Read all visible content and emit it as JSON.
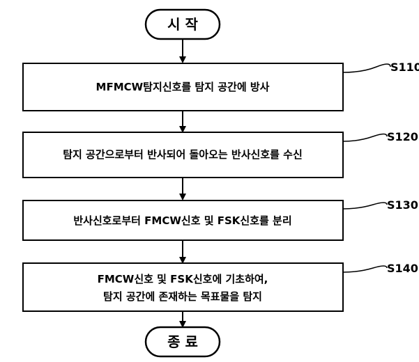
{
  "flowchart": {
    "start": {
      "label": "시 작"
    },
    "end": {
      "label": "종 료"
    },
    "steps": [
      {
        "id": "S110",
        "lines": [
          "MFMCW탐지신호를 탐지 공간에 방사"
        ]
      },
      {
        "id": "S120",
        "lines": [
          "탐지 공간으로부터 반사되어 돌아오는 반사신호를 수신"
        ]
      },
      {
        "id": "S130",
        "lines": [
          "반사신호로부터 FMCW신호 및 FSK신호를 분리"
        ]
      },
      {
        "id": "S140",
        "lines": [
          "FMCW신호 및 FSK신호에 기초하여,",
          "탐지 공간에 존재하는 목표물을 탐지"
        ]
      }
    ]
  }
}
